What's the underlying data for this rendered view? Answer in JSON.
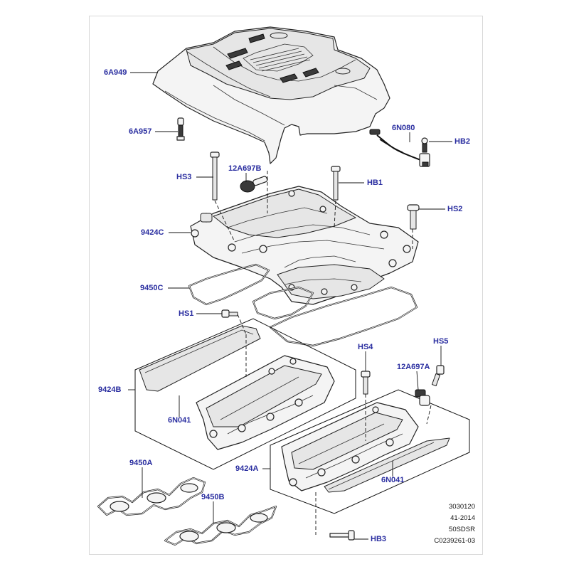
{
  "diagram": {
    "labels": {
      "l6A949": "6A949",
      "l6A957": "6A957",
      "l6N080": "6N080",
      "lHB2": "HB2",
      "lHS3": "HS3",
      "l12A697B": "12A697B",
      "lHB1": "HB1",
      "lHS2": "HS2",
      "l9424C": "9424C",
      "l9450C": "9450C",
      "lHS1": "HS1",
      "lHS4": "HS4",
      "lHS5": "HS5",
      "l12A697A": "12A697A",
      "l9424B": "9424B",
      "l6N041a": "6N041",
      "l9450A": "9450A",
      "l9424A": "9424A",
      "l6N041b": "6N041",
      "l9450B": "9450B",
      "lHB3": "HB3"
    },
    "stamp": {
      "line1": "3030120",
      "line2": "41-2014",
      "line3": "50SDSR",
      "line4": "C0239261-03"
    },
    "colors": {
      "label": "#2a2ea0",
      "line": "#111111"
    }
  }
}
